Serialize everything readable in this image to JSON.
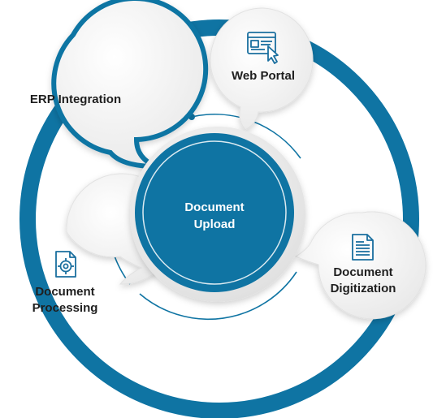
{
  "colors": {
    "ring": "#0f74a3",
    "ring_dark": "#0b5d86",
    "bubble": "#f3f3f3",
    "bubble_border": "#dcdcdc",
    "icon": "#1a6f9f",
    "label_text": "#1f1f1f"
  },
  "center": {
    "line1": "Document",
    "line2": "Upload"
  },
  "nodes": {
    "erp": {
      "label": "ERP Integration",
      "icon": ""
    },
    "web": {
      "label": "Web Portal",
      "icon": "browser-cursor-icon"
    },
    "digitization": {
      "line1": "Document",
      "line2": "Digitization",
      "icon": "document-lines-icon"
    },
    "processing": {
      "line1": "Document",
      "line2": "Processing",
      "icon": "document-target-icon"
    }
  }
}
